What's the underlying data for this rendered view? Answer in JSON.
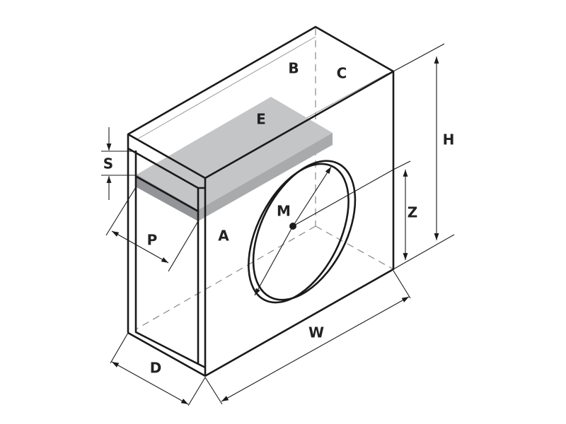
{
  "diagram": {
    "labels": {
      "A": "A",
      "B": "B",
      "C": "C",
      "E": "E",
      "M": "M",
      "H": "H",
      "Z": "Z",
      "W": "W",
      "D": "D",
      "P": "P",
      "S": "S"
    },
    "colors": {
      "slab_top": "#c4c5c7",
      "slab_side": "#939497",
      "line": "#1a1a1a"
    }
  }
}
